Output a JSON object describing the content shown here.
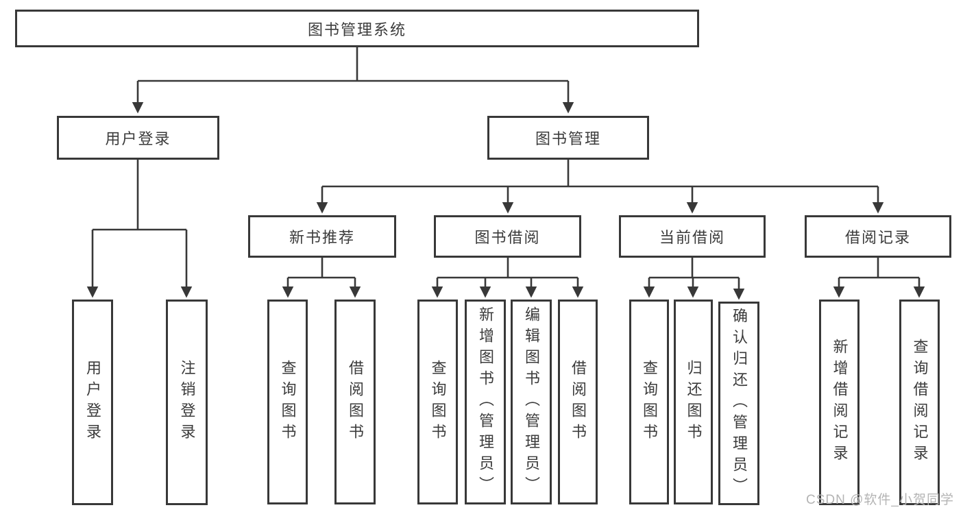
{
  "diagram_title": "图书管理系统",
  "root": {
    "label": "图书管理系统",
    "children": [
      {
        "label": "用户登录",
        "children": [
          {
            "label": "用户登录"
          },
          {
            "label": "注销登录"
          }
        ]
      },
      {
        "label": "图书管理",
        "children": [
          {
            "label": "新书推荐",
            "children": [
              {
                "label": "查询图书"
              },
              {
                "label": "借阅图书"
              }
            ]
          },
          {
            "label": "图书借阅",
            "children": [
              {
                "label": "查询图书"
              },
              {
                "label": "新增图书（管理员）"
              },
              {
                "label": "编辑图书（管理员）"
              },
              {
                "label": "借阅图书"
              }
            ]
          },
          {
            "label": "当前借阅",
            "children": [
              {
                "label": "查询图书"
              },
              {
                "label": "归还图书"
              },
              {
                "label": "确认归还（管理员）"
              }
            ]
          },
          {
            "label": "借阅记录",
            "children": [
              {
                "label": "新增借阅记录"
              },
              {
                "label": "查询借阅记录"
              }
            ]
          }
        ]
      }
    ]
  },
  "watermark": "CSDN @软件_小贺同学",
  "colors": {
    "line": "#383838",
    "box_border": "#383838",
    "box_fill": "#ffffff",
    "text": "#3b3b3b",
    "watermark": "#b4b4b4"
  }
}
